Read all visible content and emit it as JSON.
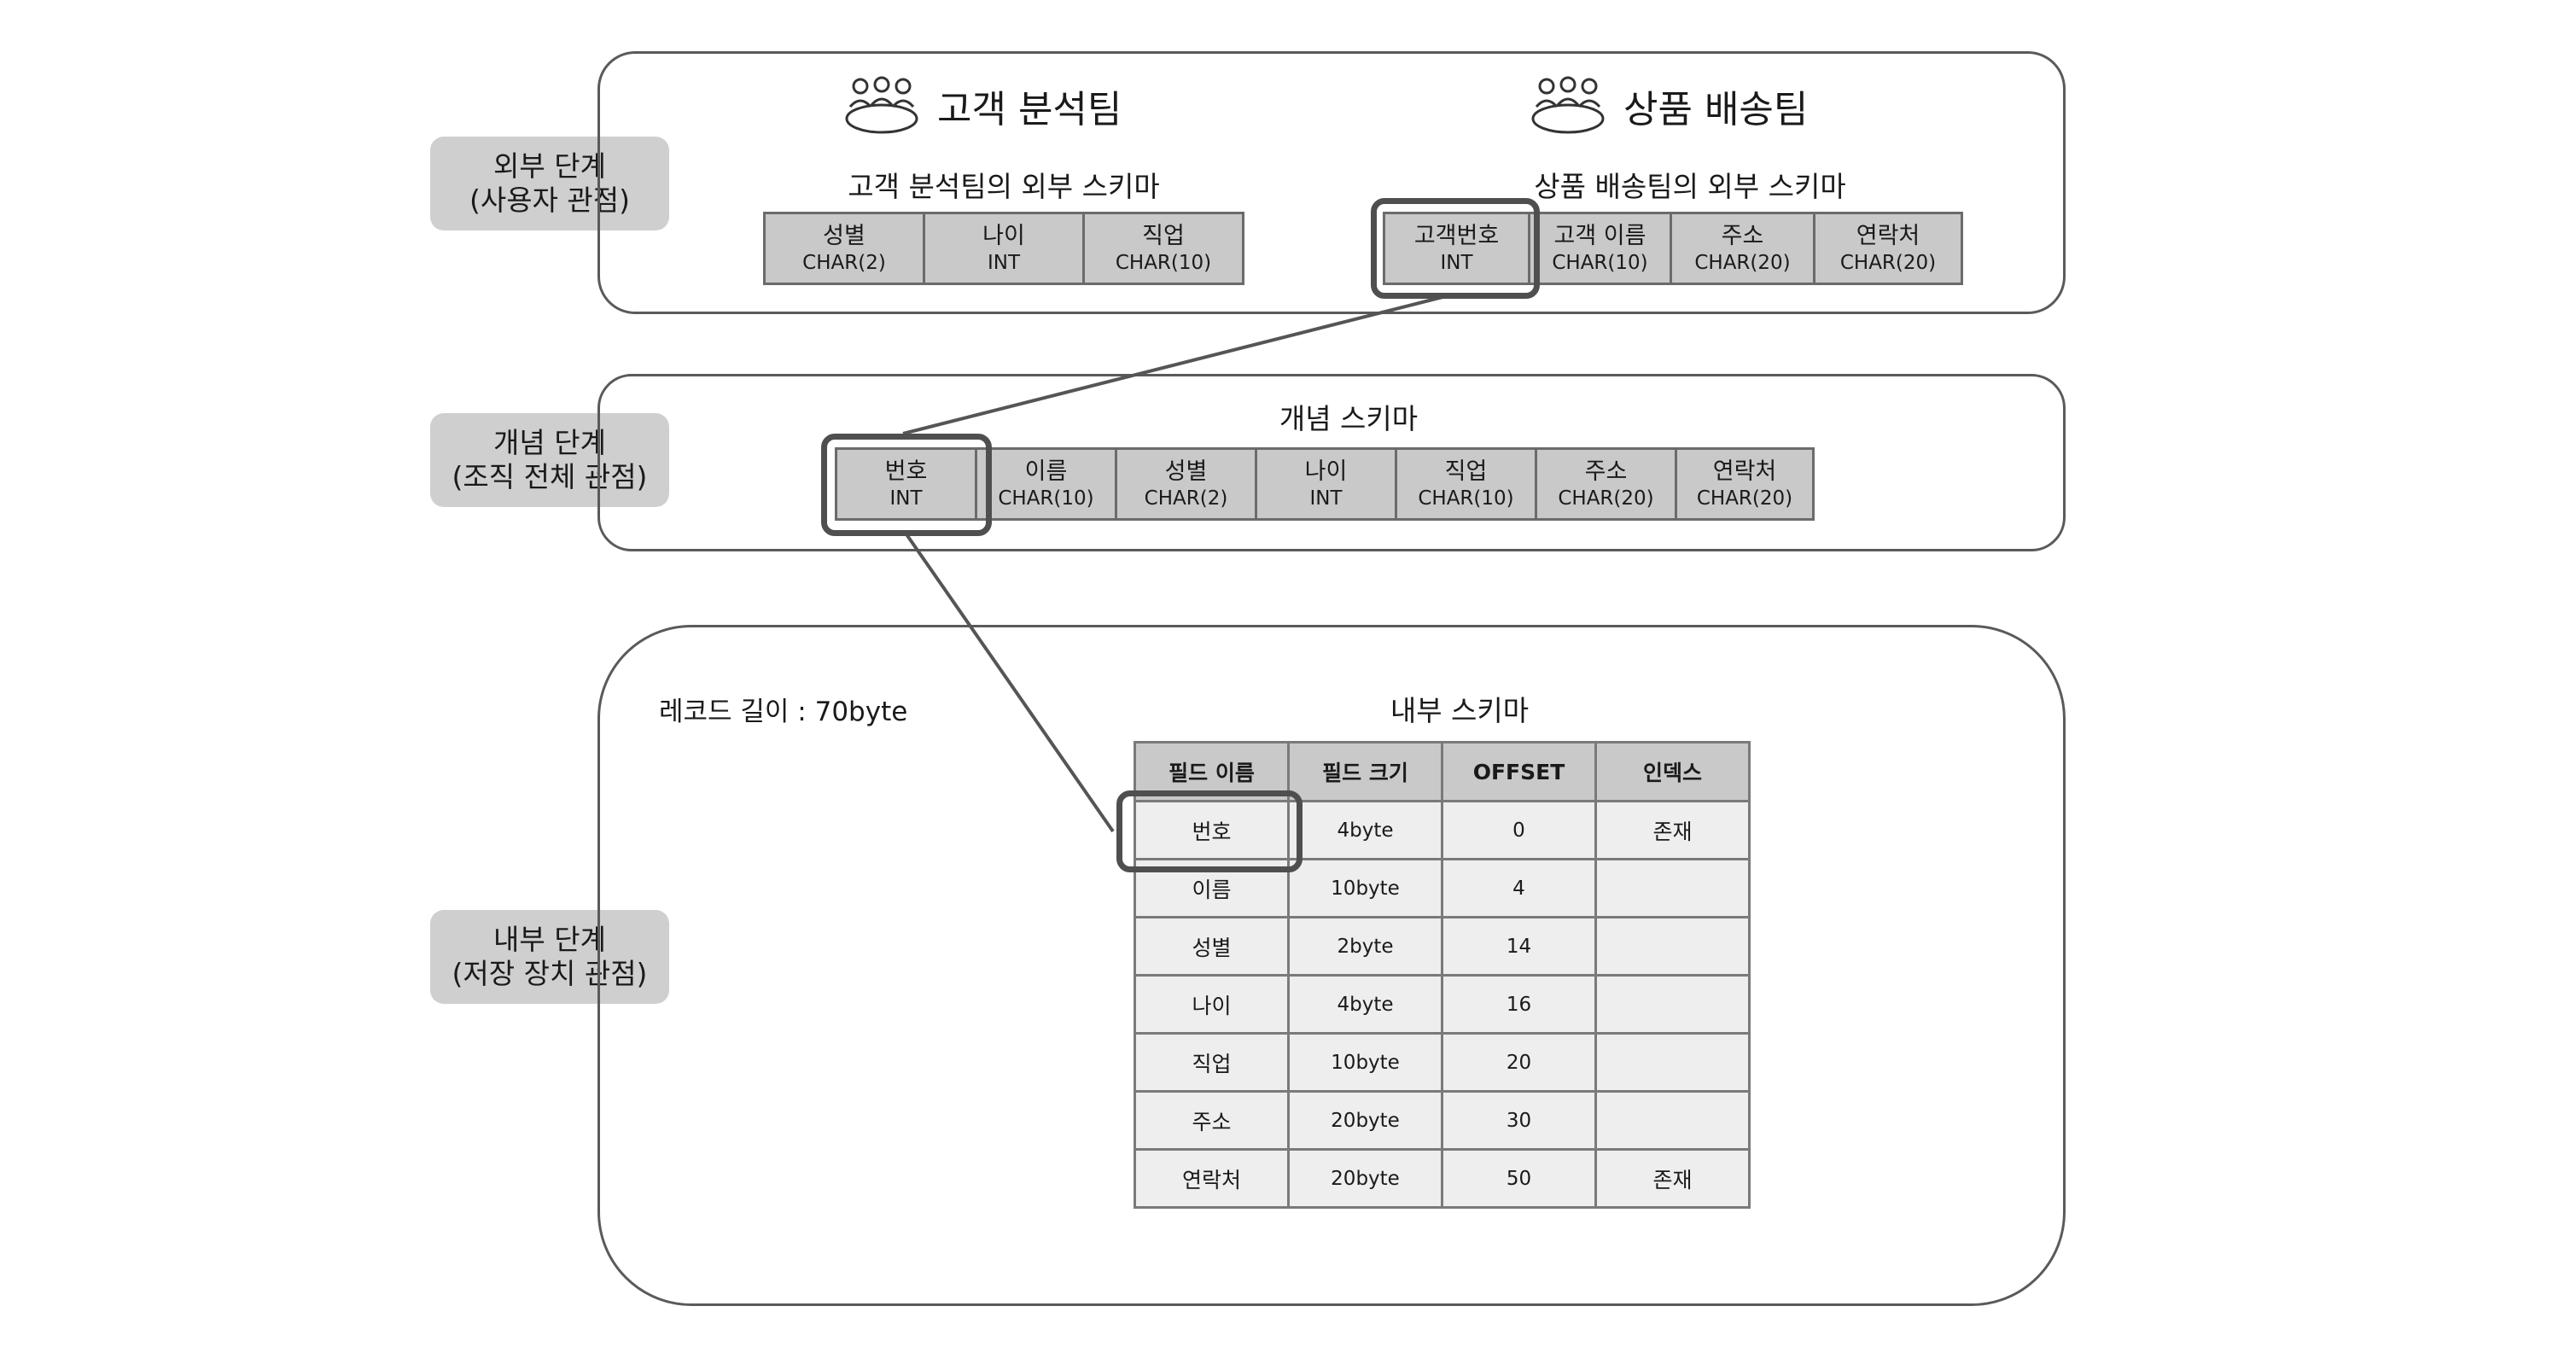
{
  "levels": {
    "external": {
      "line1": "외부 단계",
      "line2": "(사용자 관점)"
    },
    "conceptual": {
      "line1": "개념 단계",
      "line2": "(조직 전체 관점)"
    },
    "internal": {
      "line1": "내부 단계",
      "line2": "(저장 장치 관점)"
    }
  },
  "teams": {
    "analysis": {
      "name": "고객 분석팀",
      "icon": "group-of-people-icon"
    },
    "delivery": {
      "name": "상품 배송팀",
      "icon": "group-of-people-icon"
    }
  },
  "external_schemas": {
    "analysis": {
      "title": "고객 분석팀의 외부 스키마",
      "fields": [
        {
          "name": "성별",
          "type": "CHAR(2)"
        },
        {
          "name": "나이",
          "type": "INT"
        },
        {
          "name": "직업",
          "type": "CHAR(10)"
        }
      ]
    },
    "delivery": {
      "title": "상품 배송팀의 외부 스키마",
      "fields": [
        {
          "name": "고객번호",
          "type": "INT"
        },
        {
          "name": "고객 이름",
          "type": "CHAR(10)"
        },
        {
          "name": "주소",
          "type": "CHAR(20)"
        },
        {
          "name": "연락처",
          "type": "CHAR(20)"
        }
      ]
    }
  },
  "conceptual_schema": {
    "title": "개념 스키마",
    "fields": [
      {
        "name": "번호",
        "type": "INT"
      },
      {
        "name": "이름",
        "type": "CHAR(10)"
      },
      {
        "name": "성별",
        "type": "CHAR(2)"
      },
      {
        "name": "나이",
        "type": "INT"
      },
      {
        "name": "직업",
        "type": "CHAR(10)"
      },
      {
        "name": "주소",
        "type": "CHAR(20)"
      },
      {
        "name": "연락처",
        "type": "CHAR(20)"
      }
    ]
  },
  "internal_schema": {
    "title": "내부 스키마",
    "record_length": "레코드 길이 : 70byte",
    "headers": [
      "필드 이름",
      "필드 크기",
      "OFFSET",
      "인덱스"
    ],
    "rows": [
      [
        "번호",
        "4byte",
        "0",
        "존재"
      ],
      [
        "이름",
        "10byte",
        "4",
        ""
      ],
      [
        "성별",
        "2byte",
        "14",
        ""
      ],
      [
        "나이",
        "4byte",
        "16",
        ""
      ],
      [
        "직업",
        "10byte",
        "20",
        ""
      ],
      [
        "주소",
        "20byte",
        "30",
        ""
      ],
      [
        "연락처",
        "20byte",
        "50",
        "존재"
      ]
    ]
  },
  "colors": {
    "cell_fill": "#c9c9c9",
    "row_fill": "#eeeeee",
    "border": "#5a5a5a"
  }
}
